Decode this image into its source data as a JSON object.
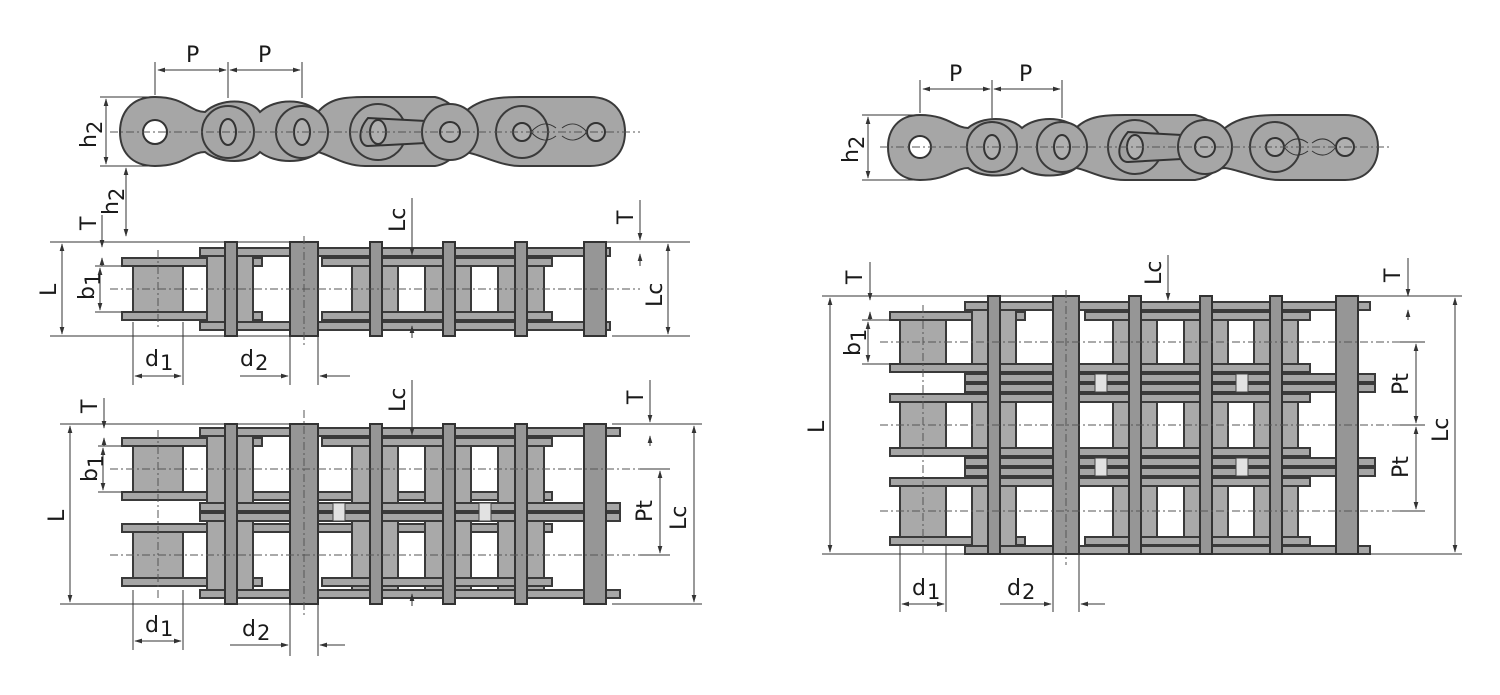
{
  "labels": {
    "pitch": "P",
    "plate_height": "h",
    "plate_height_sub": "2",
    "plate_thickness": "T",
    "connecting_pin_length": "Lc",
    "pin_length": "L",
    "inner_width": "b",
    "inner_width_sub": "1",
    "roller_diameter": "d",
    "roller_diameter_sub": "1",
    "pin_diameter": "d",
    "pin_diameter_sub": "2",
    "transverse_pitch": "Pt"
  },
  "colors": {
    "metal_fill": "#a6a6a6",
    "outline": "#3a3a3a",
    "spacer": "#e2e2e2",
    "background": "#ffffff"
  }
}
